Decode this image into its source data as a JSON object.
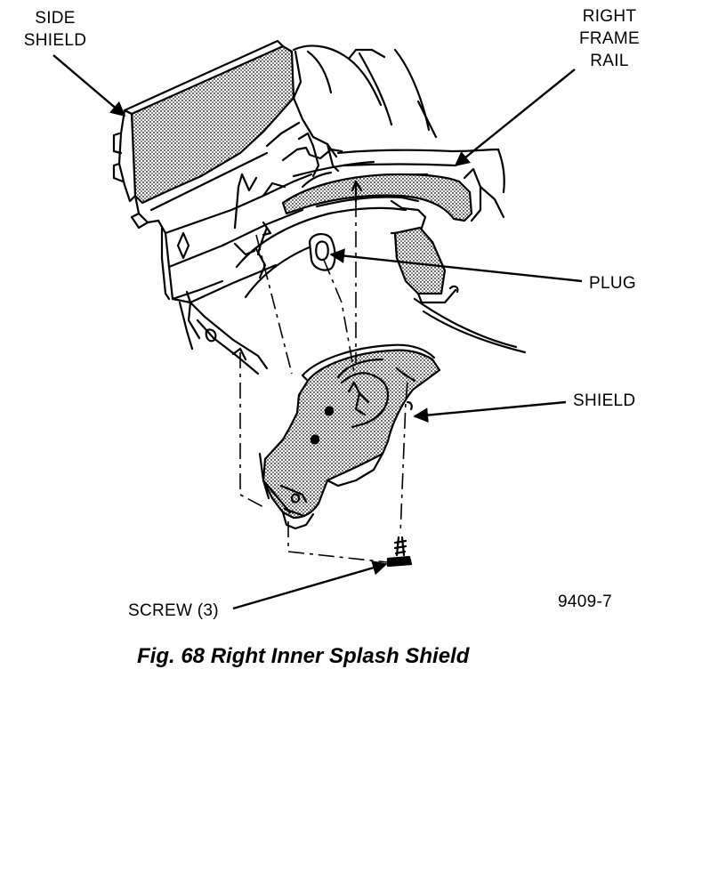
{
  "callouts": {
    "side_shield": [
      "SIDE",
      "SHIELD"
    ],
    "right_frame_rail": [
      "RIGHT",
      "FRAME",
      "RAIL"
    ],
    "plug": "PLUG",
    "shield": "SHIELD",
    "screw": "SCREW (3)"
  },
  "figure_number": "9409-7",
  "caption": "Fig. 68 Right Inner Splash Shield",
  "colors": {
    "line": "#000000",
    "paper": "#ffffff",
    "shading": "#6a6a6a"
  }
}
